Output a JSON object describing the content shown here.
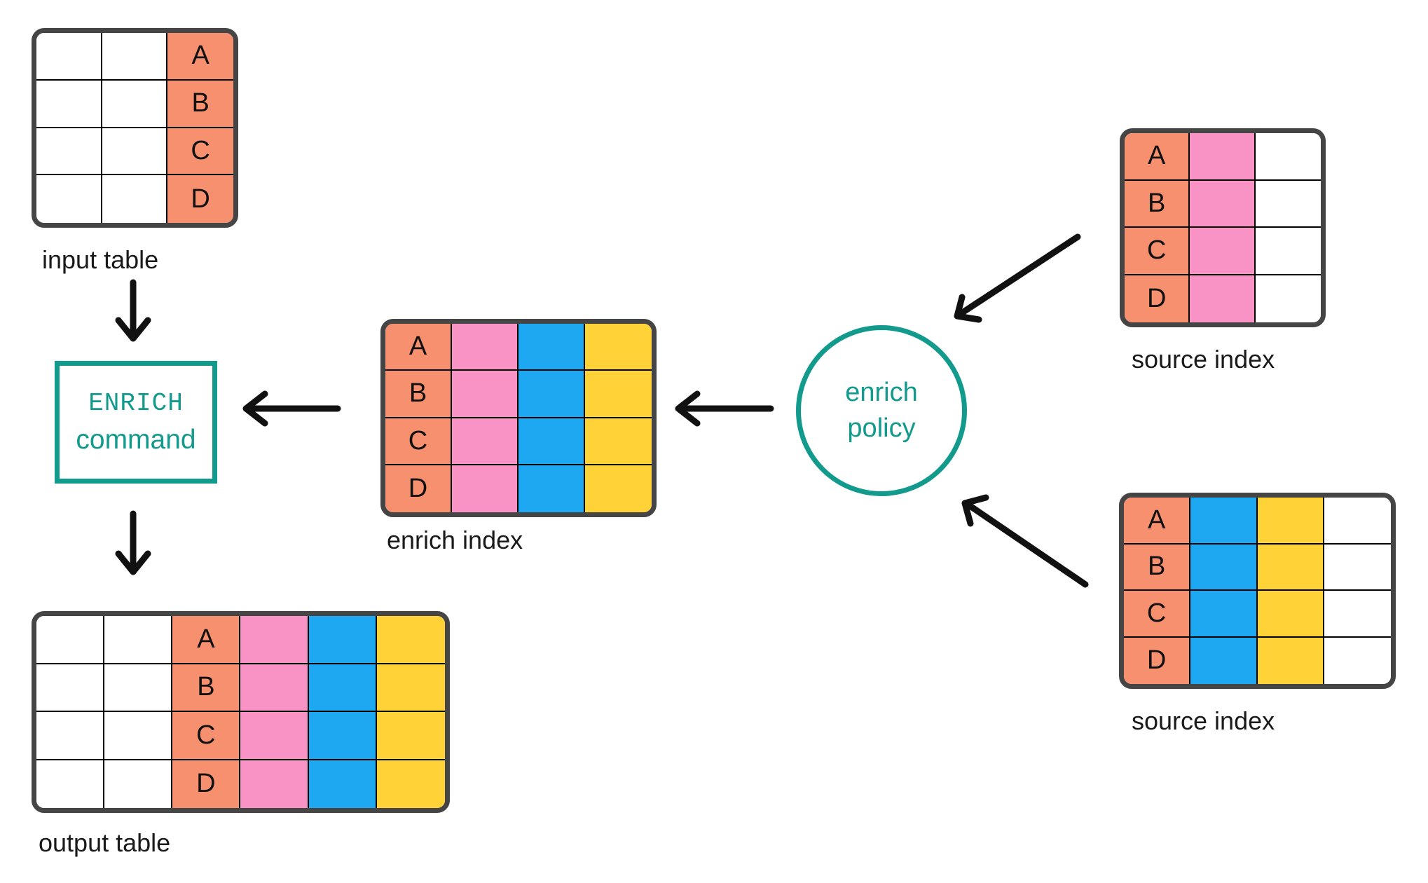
{
  "palette": {
    "white": "#FFFFFF",
    "salmon": "#F7906F",
    "pink": "#F992C5",
    "blue": "#1FA8F2",
    "yellow": "#FFD338",
    "teal": "#129A8D",
    "table_border": "#454545",
    "grid_line": "#000000",
    "arrow": "#111111",
    "text": "#1A1A1A"
  },
  "tables": {
    "input_table": {
      "label": "input table",
      "rows": 4,
      "columns": [
        {
          "fill": "white"
        },
        {
          "fill": "white"
        },
        {
          "fill": "salmon",
          "letters": [
            "A",
            "B",
            "C",
            "D"
          ]
        }
      ]
    },
    "enrich_index": {
      "label": "enrich index",
      "rows": 4,
      "columns": [
        {
          "fill": "salmon",
          "letters": [
            "A",
            "B",
            "C",
            "D"
          ]
        },
        {
          "fill": "pink"
        },
        {
          "fill": "blue"
        },
        {
          "fill": "yellow"
        }
      ]
    },
    "source_index_top": {
      "label": "source index",
      "rows": 4,
      "columns": [
        {
          "fill": "salmon",
          "letters": [
            "A",
            "B",
            "C",
            "D"
          ]
        },
        {
          "fill": "pink"
        },
        {
          "fill": "white"
        }
      ]
    },
    "source_index_bottom": {
      "label": "source index",
      "rows": 4,
      "columns": [
        {
          "fill": "salmon",
          "letters": [
            "A",
            "B",
            "C",
            "D"
          ]
        },
        {
          "fill": "blue"
        },
        {
          "fill": "yellow"
        },
        {
          "fill": "white"
        }
      ]
    },
    "output_table": {
      "label": "output table",
      "rows": 4,
      "columns": [
        {
          "fill": "white"
        },
        {
          "fill": "white"
        },
        {
          "fill": "salmon",
          "letters": [
            "A",
            "B",
            "C",
            "D"
          ]
        },
        {
          "fill": "pink"
        },
        {
          "fill": "blue"
        },
        {
          "fill": "yellow"
        }
      ]
    }
  },
  "nodes": {
    "enrich_command": {
      "line1": "ENRICH",
      "line2": "command"
    },
    "enrich_policy": {
      "line1": "enrich",
      "line2": "policy"
    }
  }
}
